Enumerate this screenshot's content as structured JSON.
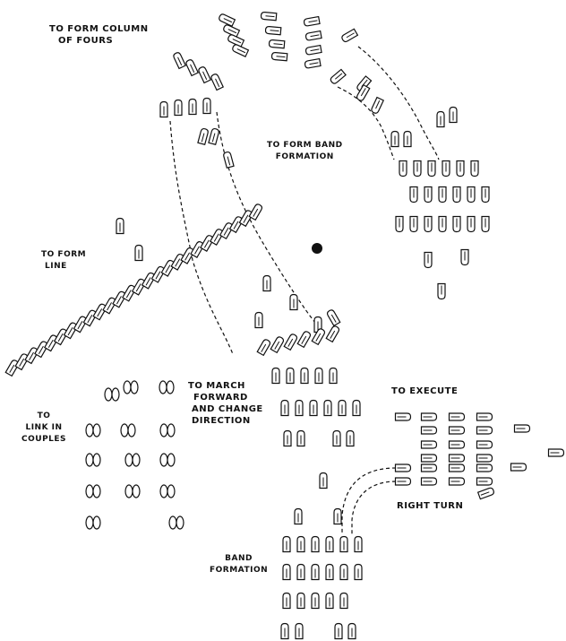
{
  "captions": {
    "column_of_fours": [
      "TO FORM COLUMN",
      "OF FOURS"
    ],
    "band_formation_top": [
      "TO FORM BAND",
      "FORMATION"
    ],
    "form_line": [
      "TO FORM",
      "LINE"
    ],
    "link_couples": [
      "TO",
      "LINK IN",
      "COUPLES"
    ],
    "march_forward": [
      "TO MARCH",
      "FORWARD",
      "AND CHANGE",
      "DIRECTION"
    ],
    "execute": "TO EXECUTE",
    "right_turn": "RIGHT TURN",
    "band_formation_bottom": [
      "BAND",
      "FORMATION"
    ]
  },
  "colors": {
    "ink": "#111111",
    "paper": "#ffffff"
  }
}
